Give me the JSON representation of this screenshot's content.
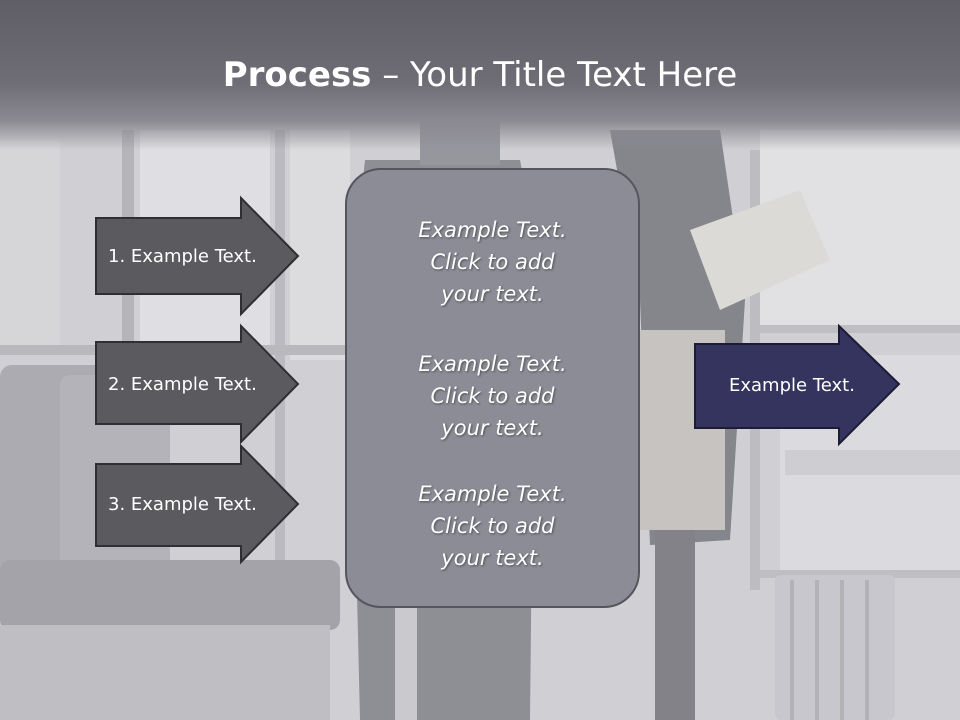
{
  "slide": {
    "title_bold": "Process",
    "title_rest": " – Your Title Text Here",
    "left_arrows": [
      {
        "label": "1. Example Text."
      },
      {
        "label": "2. Example Text."
      },
      {
        "label": "3. Example Text."
      }
    ],
    "center_blocks": [
      {
        "line1": "Example Text.",
        "line2": "Click  to add",
        "line3": "your text."
      },
      {
        "line1": "Example Text.",
        "line2": "Click  to add",
        "line3": "your text."
      },
      {
        "line1": "Example Text.",
        "line2": "Click  to add",
        "line3": "your text."
      }
    ],
    "right_arrow": {
      "label": "Example Text."
    }
  },
  "colors": {
    "title_band": "#6e6d75",
    "left_arrow_fill": "#5b5b5f",
    "right_arrow_fill": "#34345e",
    "center_box_fill": "#8c8c96"
  }
}
